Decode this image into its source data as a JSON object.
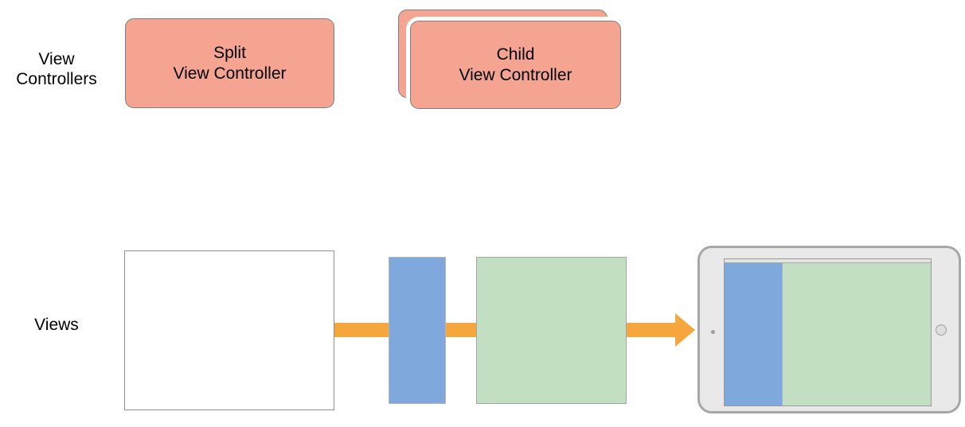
{
  "labels": {
    "row_view_controllers": "View Controllers",
    "row_views": "Views"
  },
  "boxes": {
    "split_view_controller": {
      "line1": "Split",
      "line2": "View Controller"
    },
    "child_view_controller": {
      "line1": "Child",
      "line2": "View Controller"
    }
  },
  "colors": {
    "controller_fill": "#f4a491",
    "controller_border": "#7f7f7f",
    "sidebar_blue": "#7fa9dc",
    "content_green": "#c2dfc4",
    "arrow_orange": "#f5a73e",
    "device_frame_fill": "#e9e9e9",
    "device_frame_border": "#a7a7a7",
    "view_border_gray": "#8f8f8f"
  }
}
